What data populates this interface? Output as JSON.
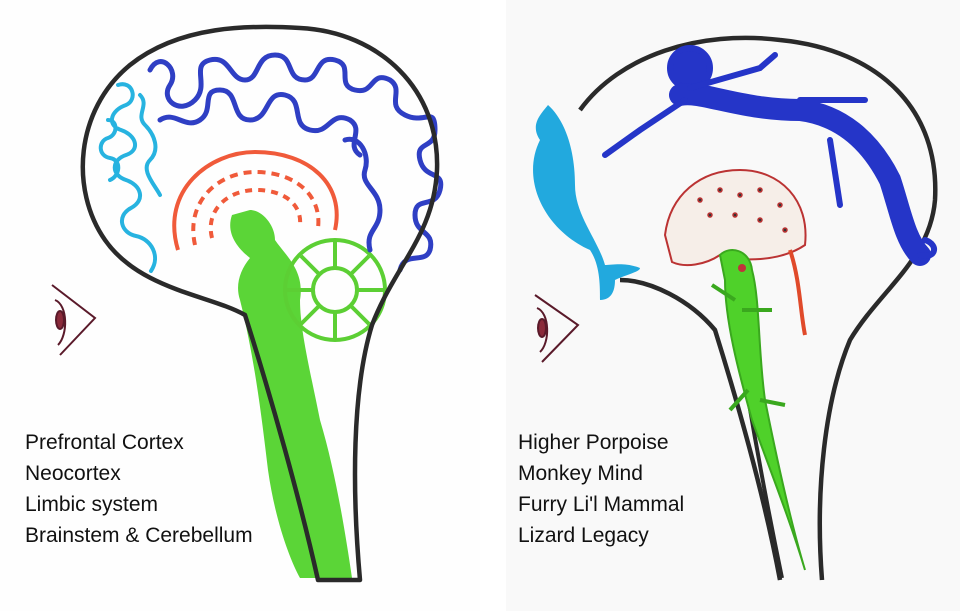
{
  "left_panel": {
    "labels": [
      "Prefrontal Cortex",
      "Neocortex",
      "Limbic system",
      "Brainstem & Cerebellum"
    ]
  },
  "right_panel": {
    "labels": [
      "Higher Porpoise",
      "Monkey Mind",
      "Furry Li'l Mammal",
      "Lizard Legacy"
    ]
  },
  "colors": {
    "outline": "#2a2a2a",
    "prefrontal": "#27b3e0",
    "neocortex": "#2f3fc4",
    "limbic": "#f05a3a",
    "brainstem": "#4fd12a",
    "eye": "#5a1a2a"
  }
}
